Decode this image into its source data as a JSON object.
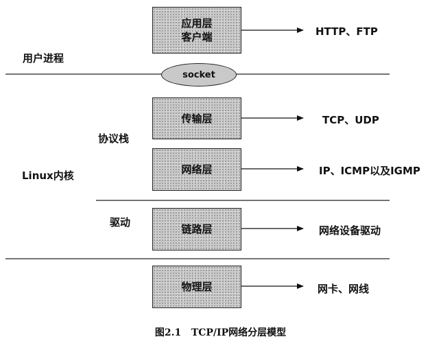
{
  "diagram": {
    "layers": [
      {
        "id": "app",
        "label": "应用层\n客户端",
        "protocol": "HTTP、FTP"
      },
      {
        "id": "transport",
        "label": "传输层",
        "protocol": "TCP、UDP"
      },
      {
        "id": "network",
        "label": "网络层",
        "protocol": "IP、ICMP以及IGMP"
      },
      {
        "id": "link",
        "label": "链路层",
        "protocol": "网络设备驱动"
      },
      {
        "id": "physical",
        "label": "物理层",
        "protocol": "网卡、网线"
      }
    ],
    "socket_label": "socket",
    "side_labels": {
      "user_process": "用户进程",
      "protocol_stack": "协议栈",
      "linux_kernel": "Linux内核",
      "driver": "驱动"
    },
    "caption": "图2.1   TCP/IP网络分层模型"
  }
}
